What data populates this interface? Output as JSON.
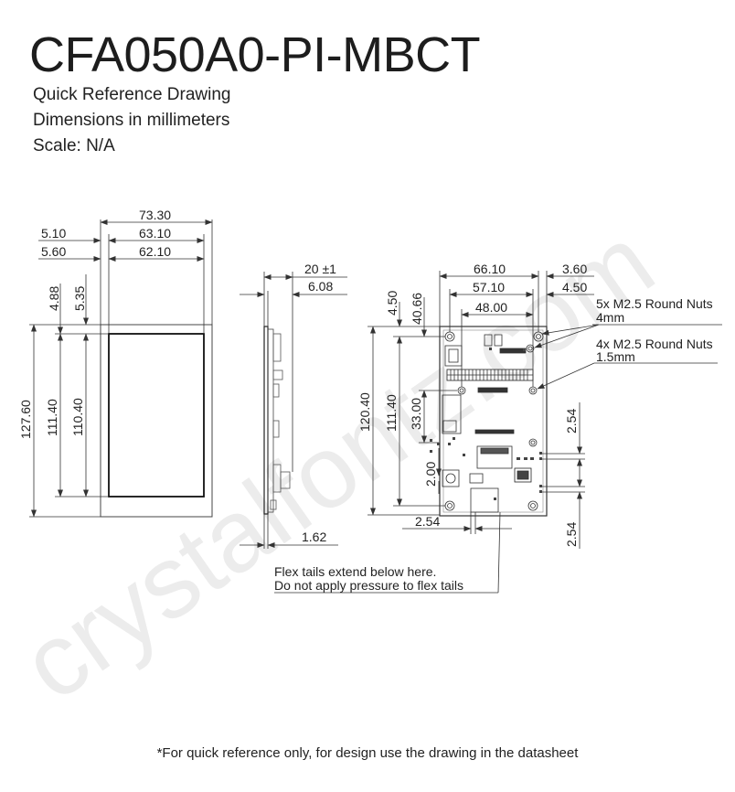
{
  "header": {
    "title": "CFA050A0-PI-MBCT",
    "subtitle_1": "Quick Reference Drawing",
    "subtitle_2": "Dimensions in millimeters",
    "subtitle_3": "Scale: N/A"
  },
  "watermark": {
    "text": "crystalfontz.com",
    "color": "#ececec"
  },
  "front_view": {
    "dim_overall_width": "73.30",
    "dim_width_1": "63.10",
    "dim_offset_1": "5.10",
    "dim_width_2": "62.10",
    "dim_offset_2": "5.60",
    "dim_top_offset_1": "4.88",
    "dim_top_offset_2": "5.35",
    "dim_overall_height": "127.60",
    "dim_height_1": "111.40",
    "dim_height_2": "110.40"
  },
  "side_view": {
    "dim_depth": "20 ±1",
    "dim_depth_2": "6.08",
    "dim_glass": "1.62"
  },
  "back_view": {
    "dim_width_1": "66.10",
    "dim_width_2": "57.10",
    "dim_width_3": "48.00",
    "dim_right_1": "3.60",
    "dim_right_2": "4.50",
    "dim_top_1": "4.50",
    "dim_top_2": "40.66",
    "dim_height_1": "120.40",
    "dim_height_2": "111.40",
    "dim_height_3": "33.00",
    "dim_small_v": "2.00",
    "dim_small_h": "2.54",
    "dim_right_v_1": "2.54",
    "dim_right_v_2": "2.54",
    "note_nuts_1": "5x M2.5 Round Nuts",
    "note_nuts_1_size": "4mm",
    "note_nuts_2": "4x M2.5 Round Nuts",
    "note_nuts_2_size": "1.5mm"
  },
  "flex_note": {
    "line_1": "Flex tails extend below here.",
    "line_2": "Do not apply pressure to flex tails"
  },
  "footer": {
    "text": "*For quick reference only, for design use the drawing in the datasheet"
  }
}
